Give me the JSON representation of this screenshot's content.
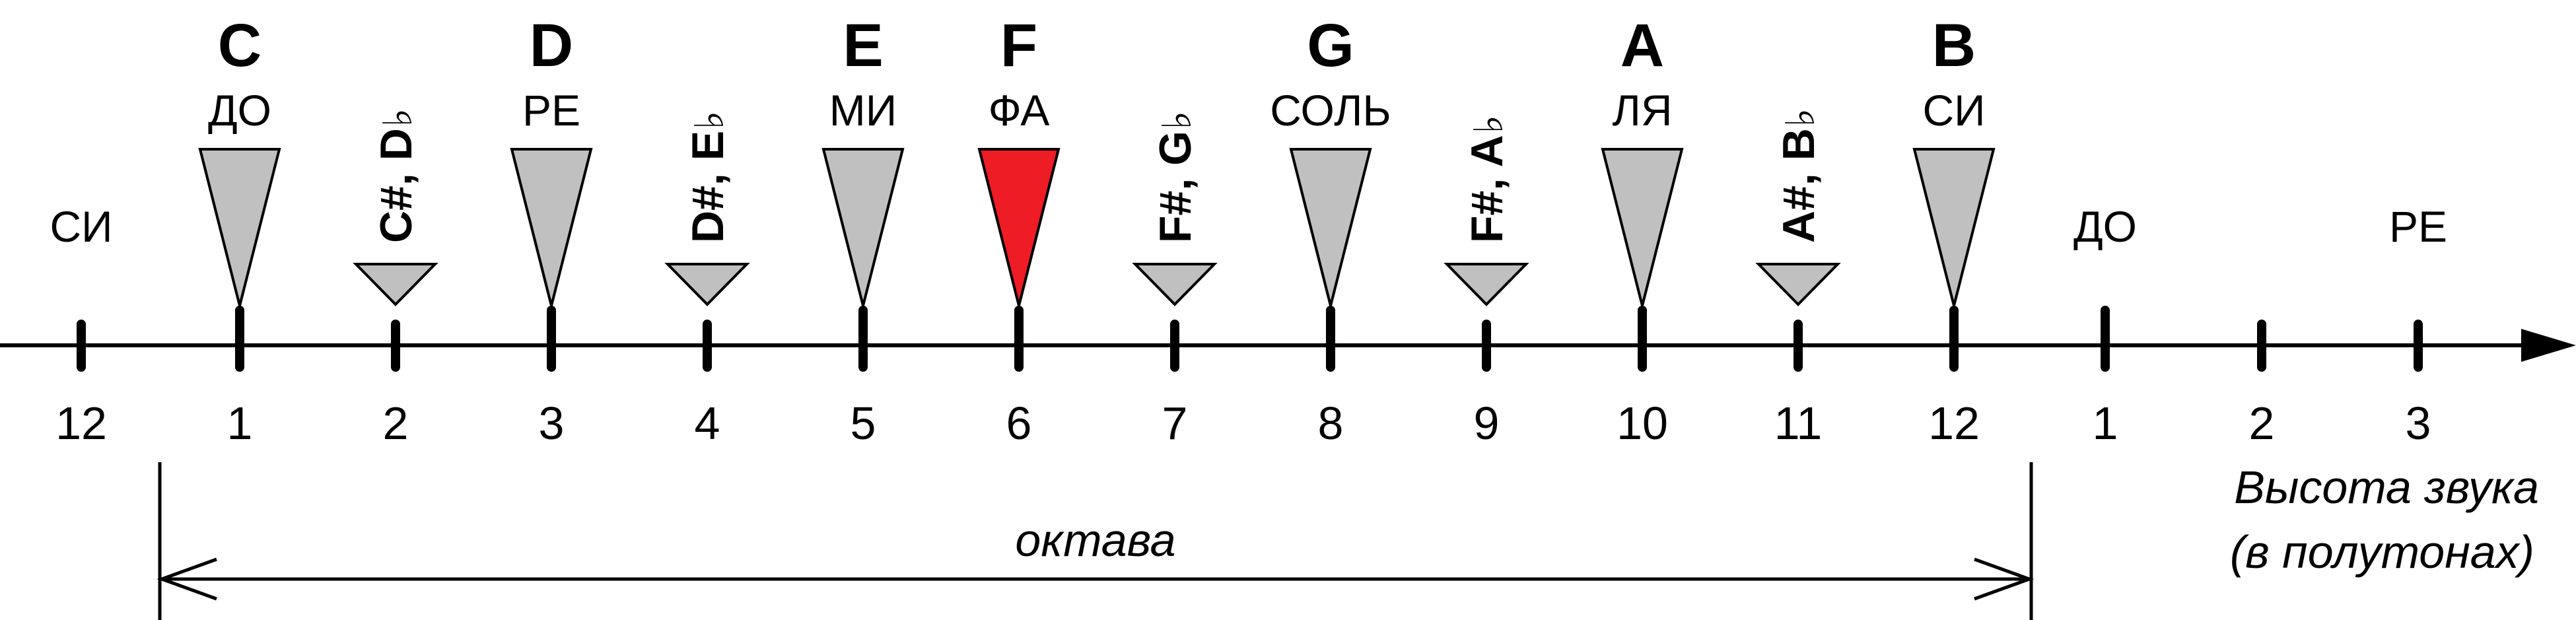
{
  "colors": {
    "natural_fill": "#c0c0c0",
    "highlight_fill": "#ee1c24",
    "stroke": "#000000",
    "background": "#ffffff"
  },
  "left_edge_note": {
    "name": "СИ",
    "number": "12"
  },
  "notes": [
    {
      "kind": "natural",
      "letter": "C",
      "name": "ДО",
      "number": "1",
      "highlight": false
    },
    {
      "kind": "sharp",
      "label_letters": "C#, D",
      "flat": "♭",
      "number": "2"
    },
    {
      "kind": "natural",
      "letter": "D",
      "name": "РЕ",
      "number": "3",
      "highlight": false
    },
    {
      "kind": "sharp",
      "label_letters": "D#, E",
      "flat": "♭",
      "number": "4"
    },
    {
      "kind": "natural",
      "letter": "E",
      "name": "МИ",
      "number": "5",
      "highlight": false
    },
    {
      "kind": "natural",
      "letter": "F",
      "name": "ФА",
      "number": "6",
      "highlight": true
    },
    {
      "kind": "sharp",
      "label_letters": "F#, G",
      "flat": "♭",
      "number": "7"
    },
    {
      "kind": "natural",
      "letter": "G",
      "name": "СОЛЬ",
      "number": "8",
      "highlight": false
    },
    {
      "kind": "sharp",
      "label_letters": "F#, A",
      "flat": "♭",
      "number": "9"
    },
    {
      "kind": "natural",
      "letter": "A",
      "name": "ЛЯ",
      "number": "10",
      "highlight": false
    },
    {
      "kind": "sharp",
      "label_letters": "A#, B",
      "flat": "♭",
      "number": "11"
    },
    {
      "kind": "natural",
      "letter": "B",
      "name": "СИ",
      "number": "12",
      "highlight": false
    }
  ],
  "next_octave_notes": [
    {
      "name": "ДО",
      "number": "1"
    },
    {
      "name": "",
      "number": "2"
    },
    {
      "name": "РЕ",
      "number": "3"
    }
  ],
  "octave_label": "октава",
  "axis_label_line1": "Высота звука",
  "axis_label_line2": "(в полутонах)"
}
